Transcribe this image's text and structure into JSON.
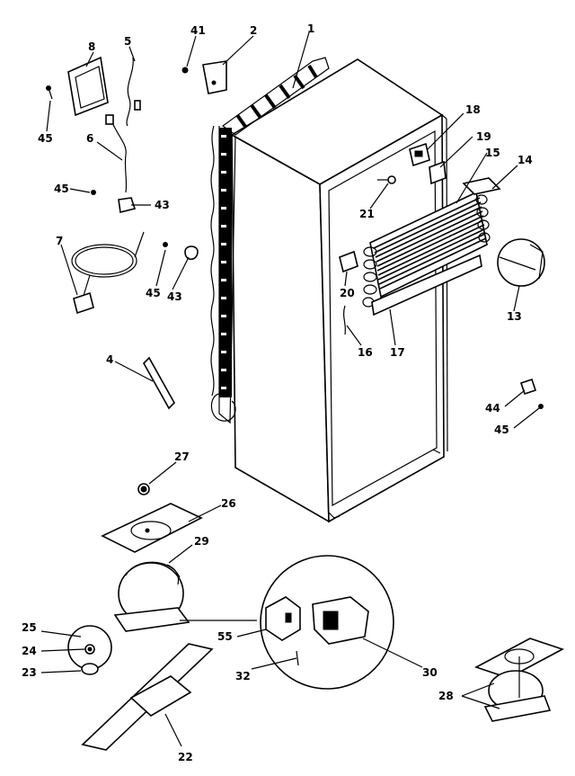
{
  "labels": {
    "p1": "1",
    "p2": "2",
    "p4": "4",
    "p5": "5",
    "p6": "6",
    "p7": "7",
    "p8": "8",
    "p13": "13",
    "p14": "14",
    "p15": "15",
    "p16": "16",
    "p17": "17",
    "p18": "18",
    "p19": "19",
    "p20": "20",
    "p21": "21",
    "p22": "22",
    "p23": "23",
    "p24": "24",
    "p25": "25",
    "p26": "26",
    "p27": "27",
    "p28": "28",
    "p29": "29",
    "p30": "30",
    "p32": "32",
    "p41": "41",
    "p43": "43",
    "p44": "44",
    "p45": "45",
    "p55": "55"
  }
}
